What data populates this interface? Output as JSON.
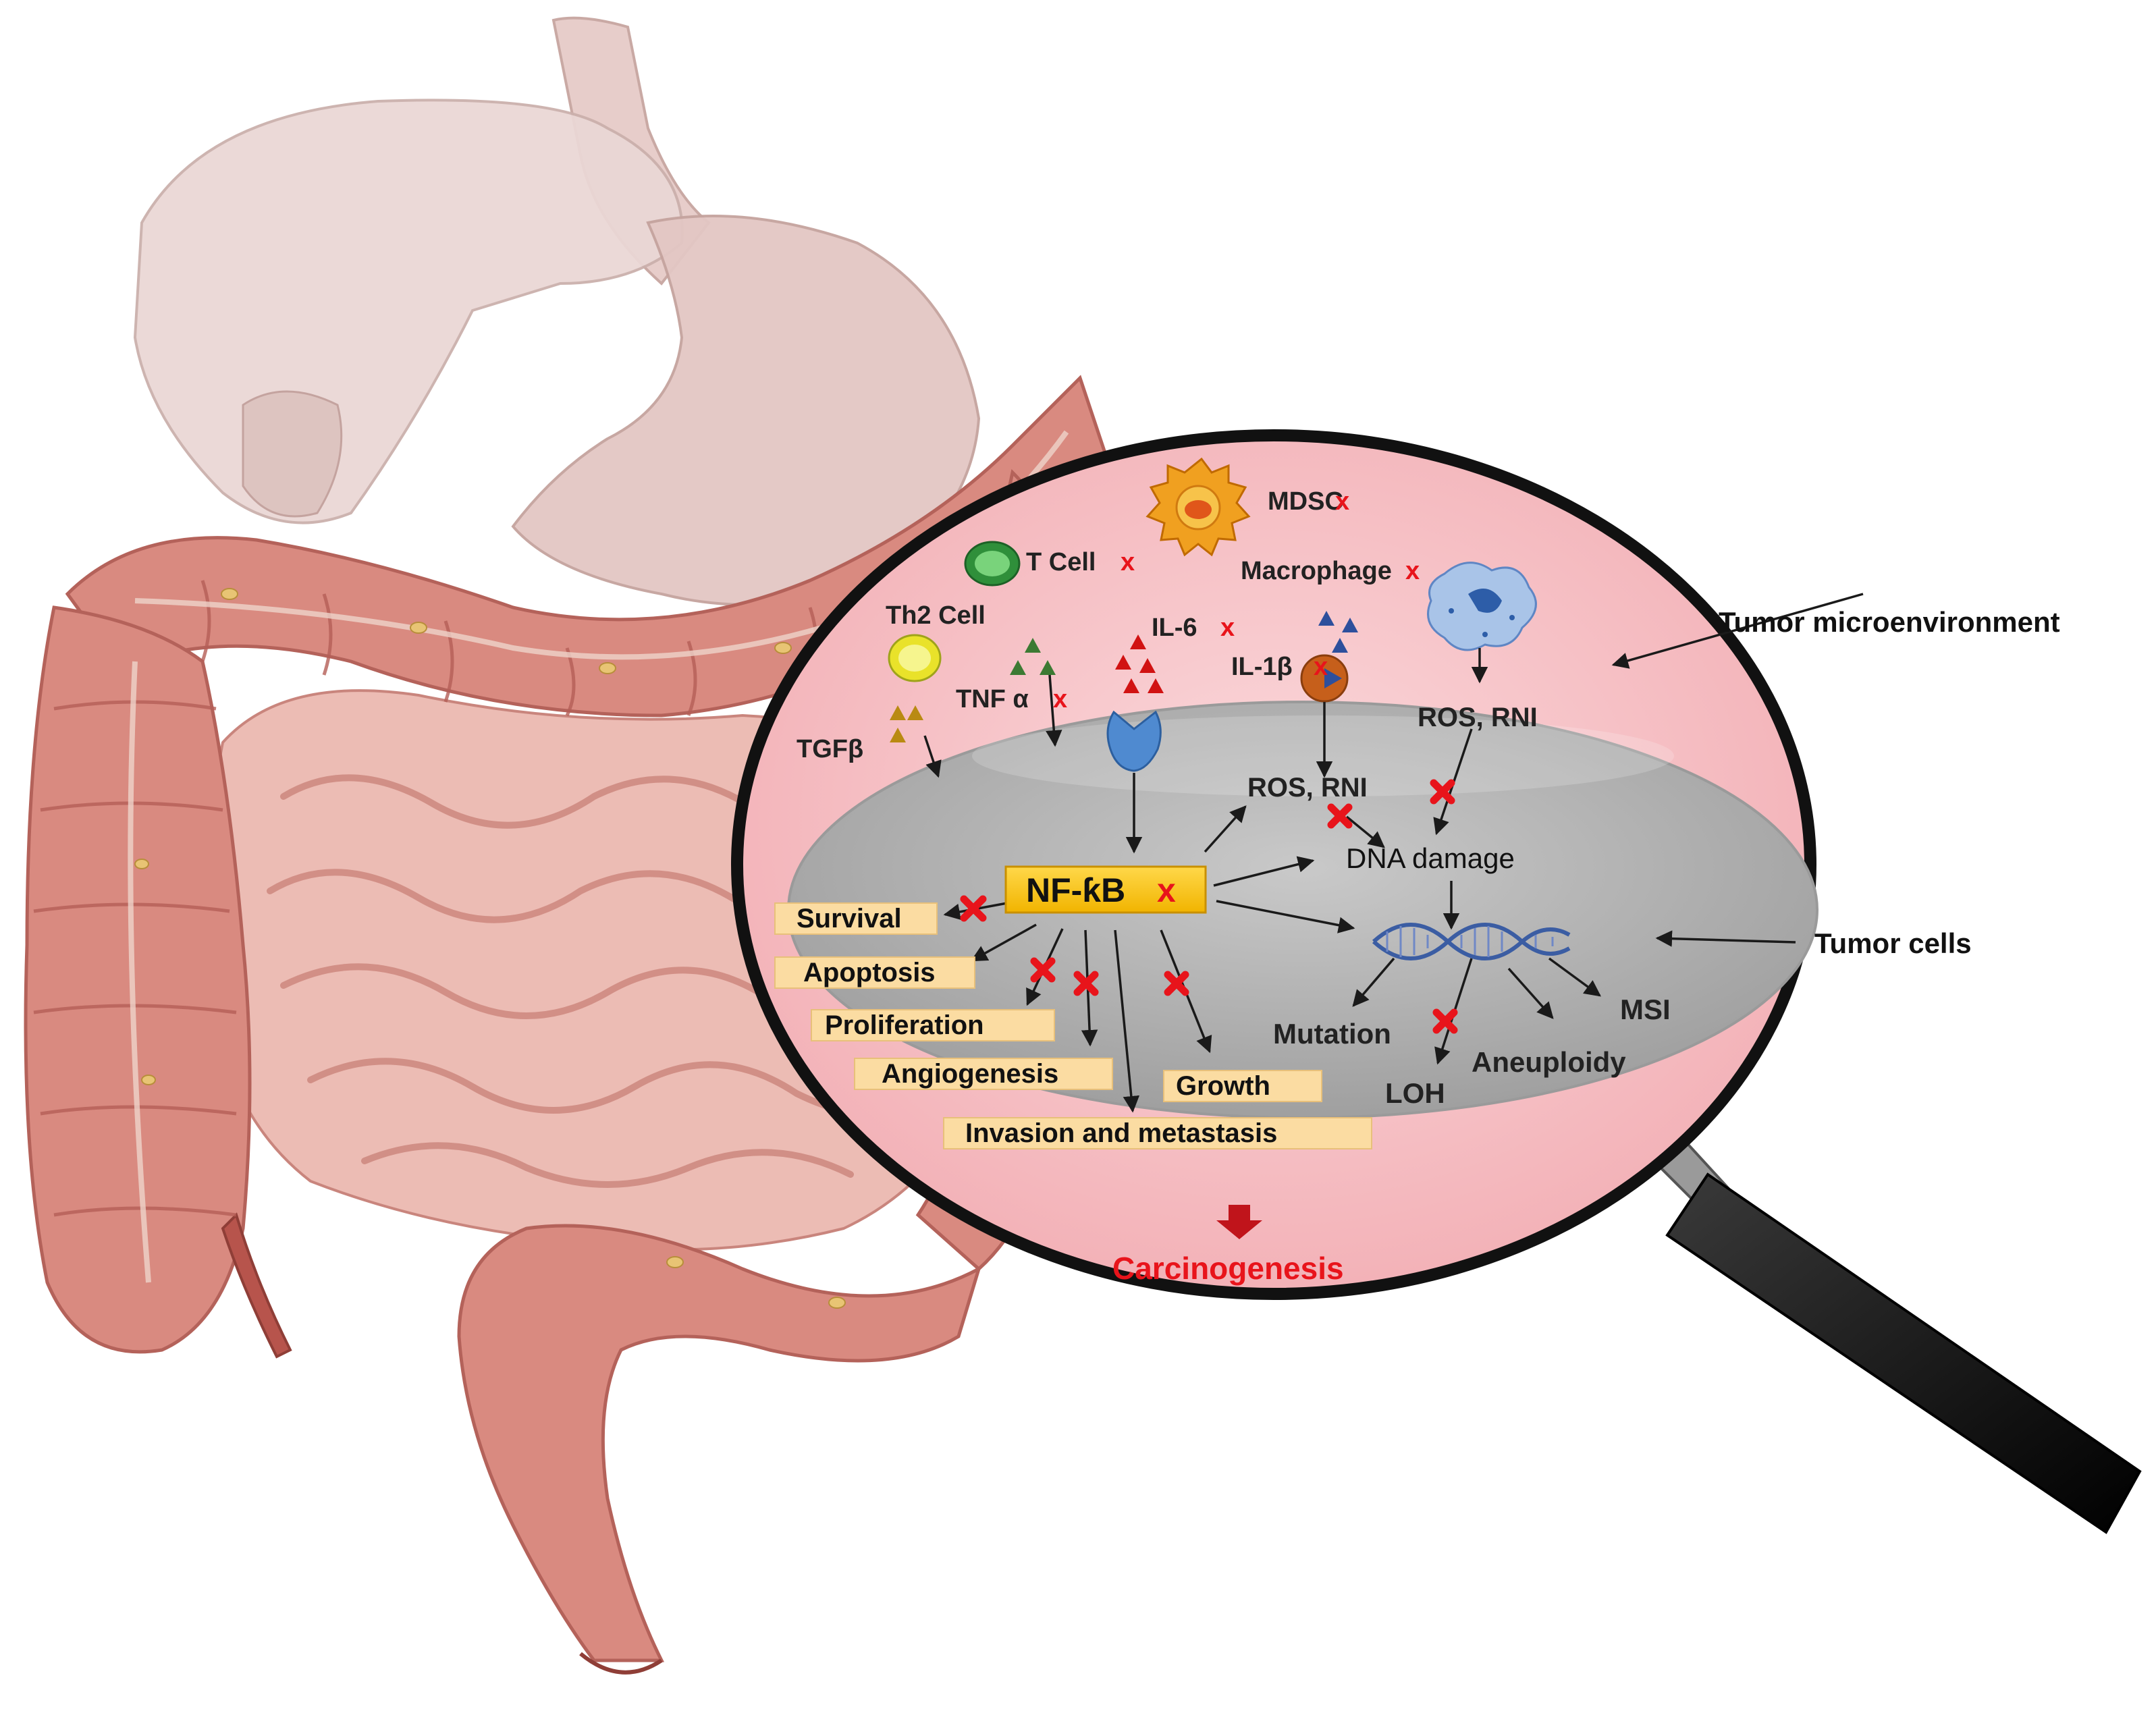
{
  "cells": {
    "mdsc": "MDSC",
    "t_cell": "T Cell",
    "macrophage": "Macrophage",
    "th2_cell": "Th2 Cell"
  },
  "cytokines": {
    "il6": "IL-6",
    "il1b": "IL-1β",
    "tnfa": "TNF α",
    "tgfb": "TGFβ"
  },
  "ros_rni_outer": "ROS, RNI",
  "ros_rni_inner": "ROS, RNI",
  "nfkb": "NF-ƙB",
  "inhibit_mark": "x",
  "dna_damage": "DNA damage",
  "outcomes": {
    "survival": "Survival",
    "apoptosis": "Apoptosis",
    "proliferation": "Proliferation",
    "angiogenesis": "Angiogenesis",
    "growth": "Growth",
    "invasion": "Invasion and metastasis"
  },
  "genomic": {
    "mutation": "Mutation",
    "loh": "LOH",
    "aneuploidy": "Aneuploidy",
    "msi": "MSI"
  },
  "result": "Carcinogenesis",
  "callouts": {
    "tumor_microenvironment": "Tumor microenvironment",
    "tumor_cells": "Tumor cells"
  },
  "colors": {
    "lens_fill": "#f7c4c8",
    "nucleus_fill": "#b9b9b9",
    "nfkb_box": "#f5c400",
    "outcome_box": "#fbdca2",
    "inhibit_red": "#e8141b",
    "result_red": "#e8141b",
    "colon": "#d9867c",
    "stomach_liver": "#e9d4d1"
  }
}
